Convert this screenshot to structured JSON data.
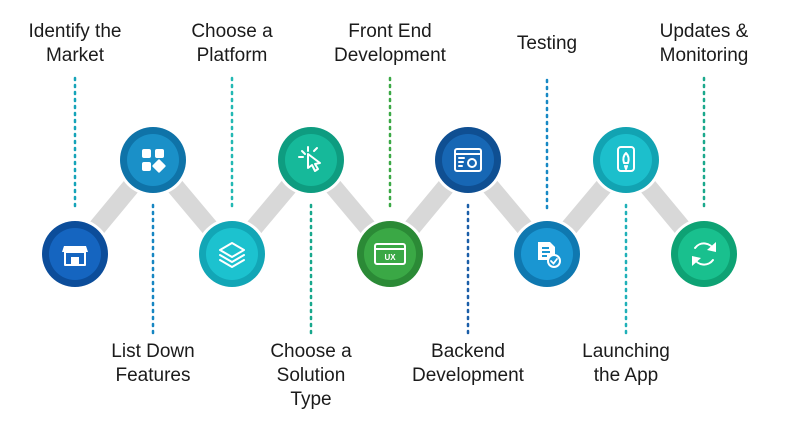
{
  "steps": [
    {
      "label": "Identify the\nMarket",
      "icon": "store-icon",
      "color": "#1565c0",
      "ring": "#0c4d9a",
      "dot": "#14a3b8"
    },
    {
      "label": "List Down\nFeatures",
      "icon": "grid-icon",
      "color": "#1a90c8",
      "ring": "#0f73a8",
      "dot": "#1686c2"
    },
    {
      "label": "Choose a\nPlatform",
      "icon": "layers-icon",
      "color": "#1cc2cf",
      "ring": "#12a6b6",
      "dot": "#22b8b3"
    },
    {
      "label": "Choose a\nSolution\nType",
      "icon": "pointer-icon",
      "color": "#16b99a",
      "ring": "#0e9c80",
      "dot": "#17a78c"
    },
    {
      "label": "Front End\nDevelopment",
      "icon": "ux-window-icon",
      "color": "#3aa845",
      "ring": "#2b8a36",
      "dot": "#3aa845"
    },
    {
      "label": "Backend\nDevelopment",
      "icon": "browser-gear-icon",
      "color": "#1767b4",
      "ring": "#0f4f92",
      "dot": "#1a5ea8"
    },
    {
      "label": "Testing",
      "icon": "document-check-icon",
      "color": "#1a96d2",
      "ring": "#0f78b0",
      "dot": "#1688c4"
    },
    {
      "label": "Launching\nthe App",
      "icon": "phone-rocket-icon",
      "color": "#1cbfcc",
      "ring": "#12a3b2",
      "dot": "#1fb0b8"
    },
    {
      "label": "Updates &\nMonitoring",
      "icon": "refresh-icon",
      "color": "#19c08e",
      "ring": "#0ea274",
      "dot": "#1aa88c"
    }
  ],
  "track_color": "#d8d8d8"
}
